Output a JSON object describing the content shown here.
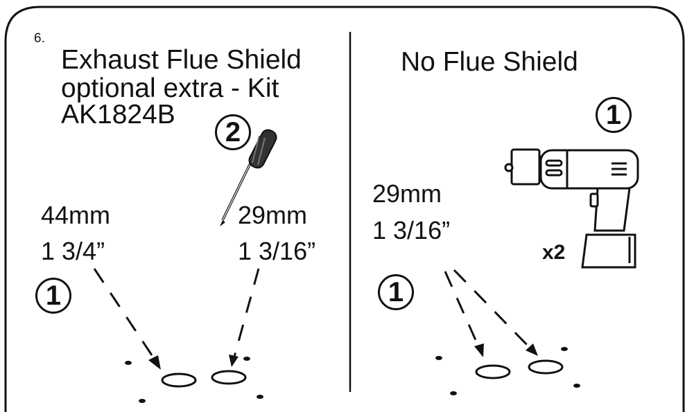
{
  "step_number": "6.",
  "left_panel": {
    "heading_lines": [
      "Exhaust Flue Shield",
      "optional extra - Kit",
      "AK1824B"
    ],
    "badge_step1": "1",
    "badge_step2": "2",
    "hole_large": {
      "metric": "44mm",
      "imperial": "1 3/4”"
    },
    "hole_small": {
      "metric": "29mm",
      "imperial": "1 3/16”"
    }
  },
  "right_panel": {
    "heading": "No Flue Shield",
    "badge_step1_tool": "1",
    "badge_step1_holes": "1",
    "hole": {
      "metric": "29mm",
      "imperial": "1 3/16”"
    },
    "quantity": "x2"
  },
  "icons": [
    "screwdriver-icon",
    "drill-icon"
  ],
  "colors": {
    "ink": "#111111",
    "background": "#ffffff"
  }
}
